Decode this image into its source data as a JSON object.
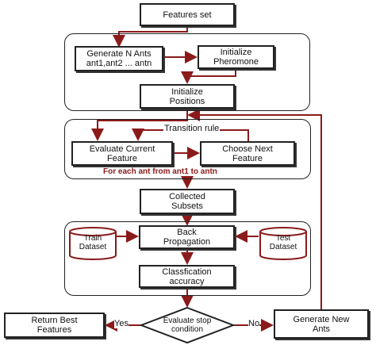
{
  "nodes": {
    "features_set": "Features set",
    "generate_ants": "Generate N Ants\nant1,ant2 ... antn",
    "initialize_pheromone": "Initialize\nPheromone",
    "initialize_positions": "Initialize\nPositions",
    "evaluate_current": "Evaluate Current\nFeature",
    "choose_next": "Choose Next\nFeature",
    "collected_subsets": "Collected\nSubsets",
    "back_propagation": "Back\nPropagation",
    "classification_accuracy": "Classfication\naccuracy",
    "evaluate_stop": "Evaluate stop\ncondition",
    "return_best": "Return Best\nFeatures",
    "generate_new_ants": "Generate New\nAnts"
  },
  "datasets": {
    "train": "Train\nDataset",
    "test": "Test\nDataset"
  },
  "labels": {
    "transition_rule": "Transition rule",
    "for_each_ant": "For each ant from ant1 to antn",
    "yes": "Yes",
    "no": "No"
  },
  "colors": {
    "arrow": "#8b1a1a",
    "border": "#222222"
  }
}
